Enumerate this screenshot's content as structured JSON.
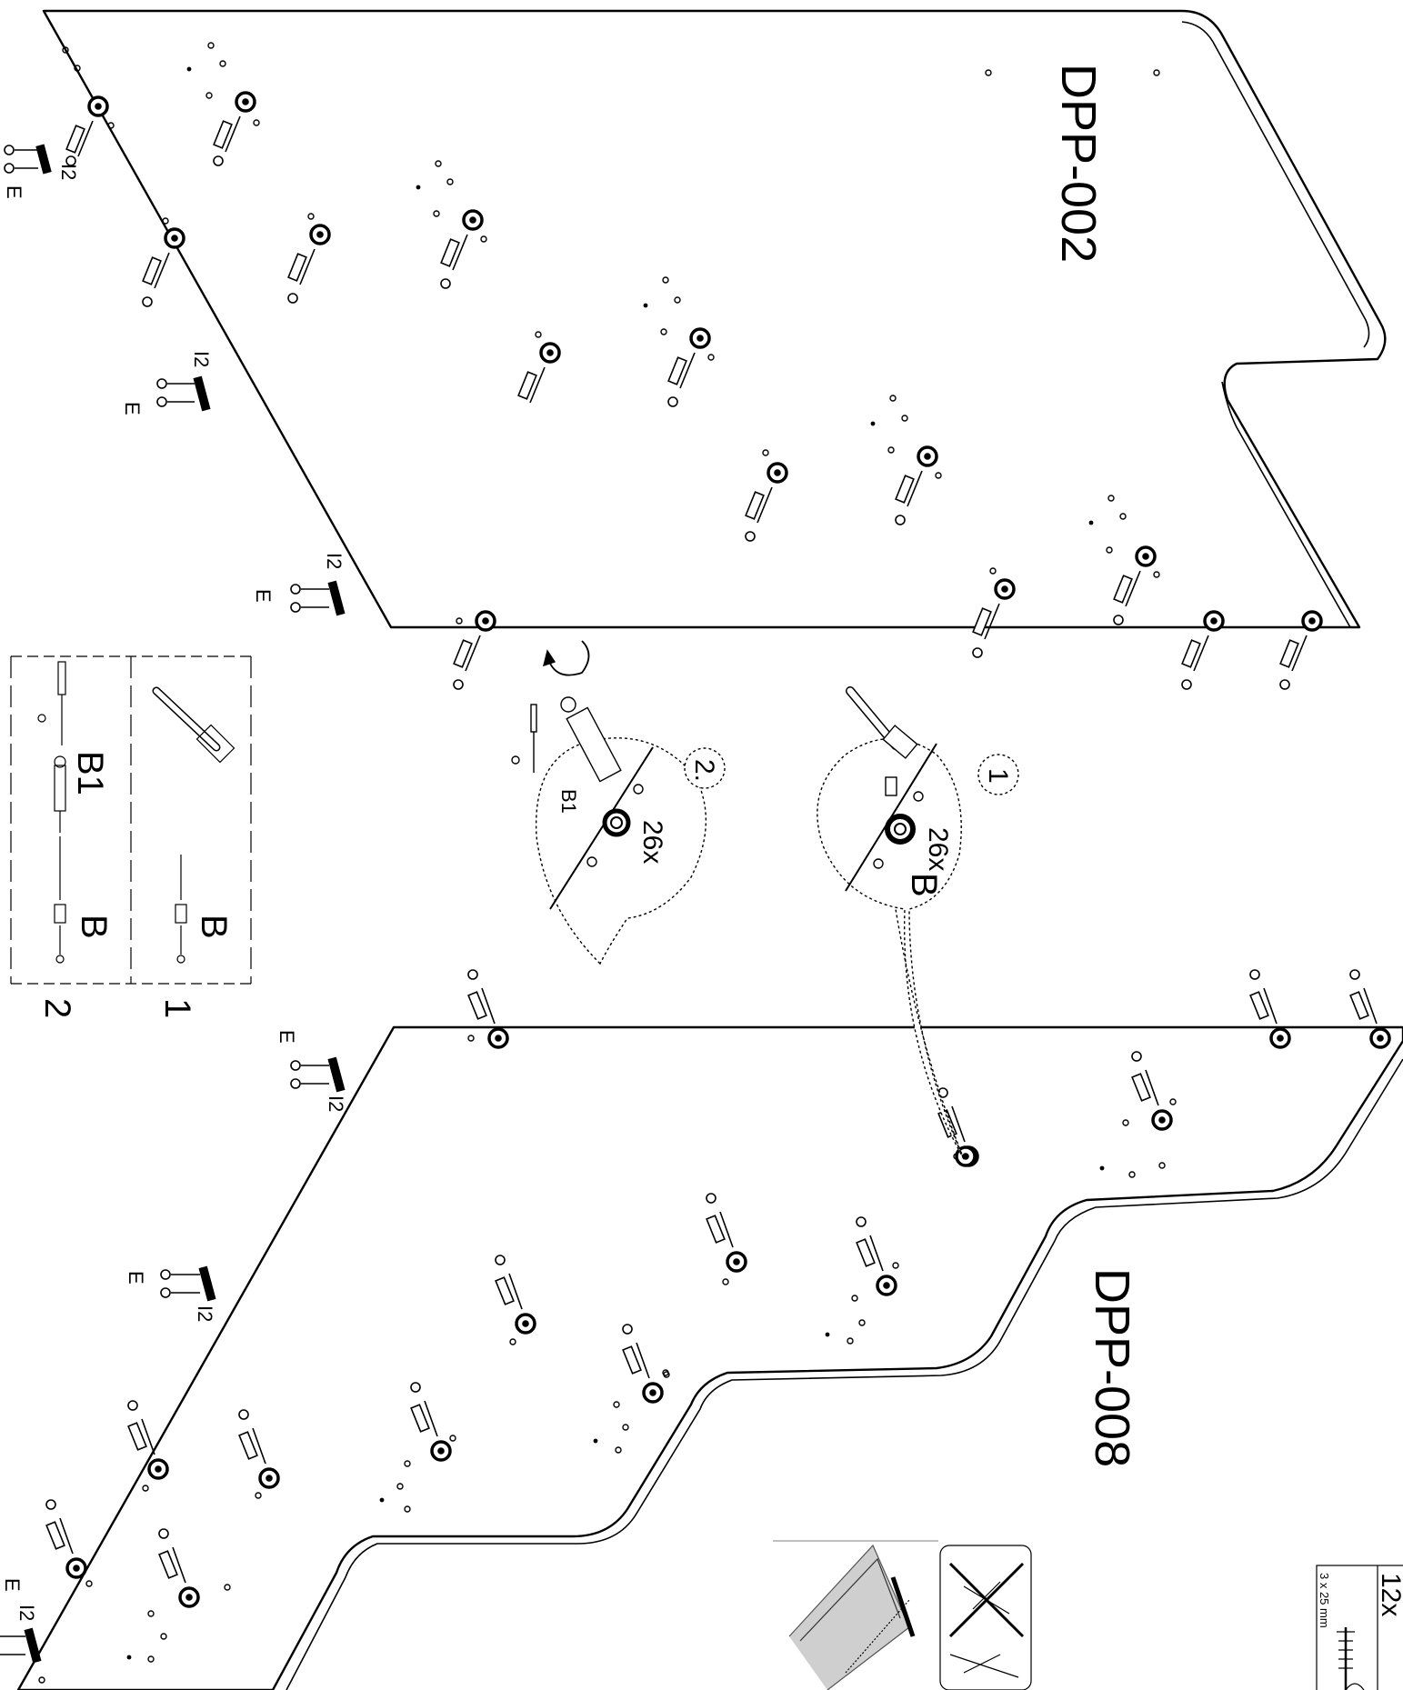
{
  "panels": {
    "top_panel_id": "DPP-002",
    "bottom_panel_id": "DPP-008"
  },
  "steps": {
    "step1": {
      "number": "1",
      "bubble_number": "1",
      "count": "26x",
      "part": "B"
    },
    "step2": {
      "number": "2.",
      "count": "26x",
      "part": "B1"
    }
  },
  "legend": {
    "row1": {
      "step": "1",
      "part": "B"
    },
    "row2": {
      "step": "2",
      "part_a": "B1",
      "part_b": "B"
    }
  },
  "parts": {
    "i2": "I2",
    "e": "E"
  },
  "screw_box": {
    "count": "12x",
    "size": "3 x 25 mm"
  }
}
